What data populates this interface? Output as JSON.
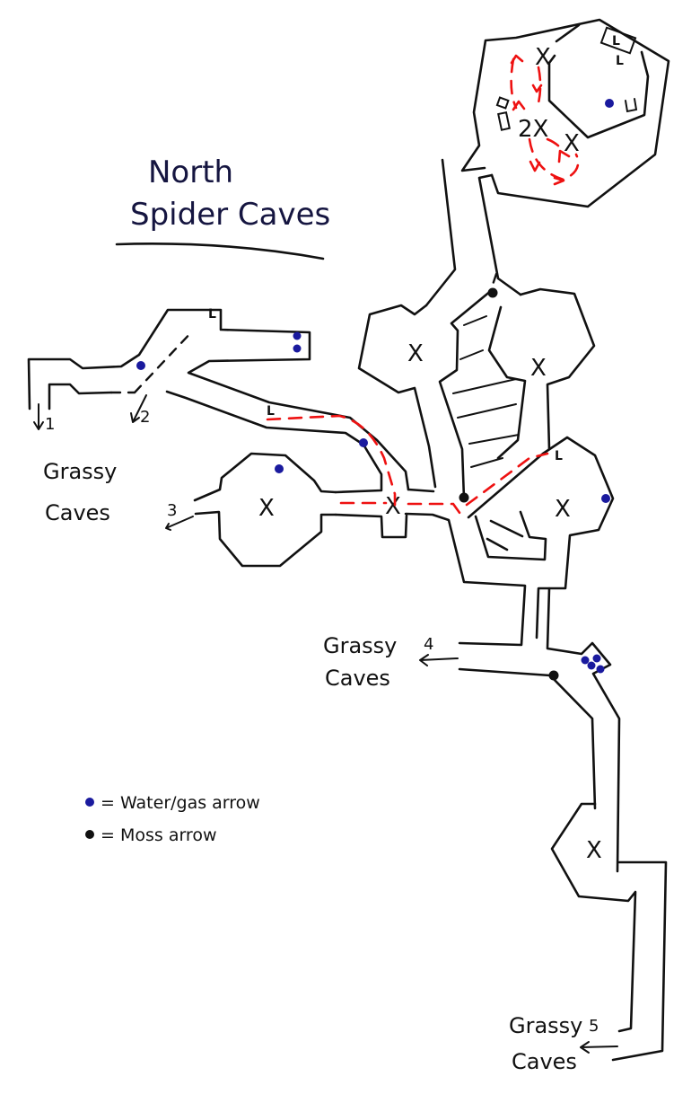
{
  "map": {
    "title_line1": "North",
    "title_line2": "Spider Caves",
    "colors": {
      "ink": "#111111",
      "water_gas_dot": "#1a1a9e",
      "moss_dot": "#111111",
      "route": "#ee1111"
    },
    "exits": [
      {
        "number": "1",
        "destination": ""
      },
      {
        "number": "2",
        "destination": ""
      },
      {
        "number": "3",
        "destination": "Grassy Caves"
      },
      {
        "number": "4",
        "destination": "Grassy Caves"
      },
      {
        "number": "5",
        "destination": "Grassy Caves"
      }
    ],
    "destination_labels": [
      {
        "line1": "Grassy",
        "line2": "Caves"
      },
      {
        "line1": "Grassy",
        "line2": "Caves"
      },
      {
        "line1": "Grassy",
        "line2": "Caves"
      }
    ],
    "enemy_marker": "X",
    "double_enemy_marker": "2X",
    "ladder_marker": "L",
    "legend": [
      {
        "symbol": "water-gas-dot",
        "color": "#1a1a9e",
        "label": "= Water/gas arrow"
      },
      {
        "symbol": "moss-dot",
        "color": "#111111",
        "label": "= Moss arrow"
      }
    ]
  }
}
